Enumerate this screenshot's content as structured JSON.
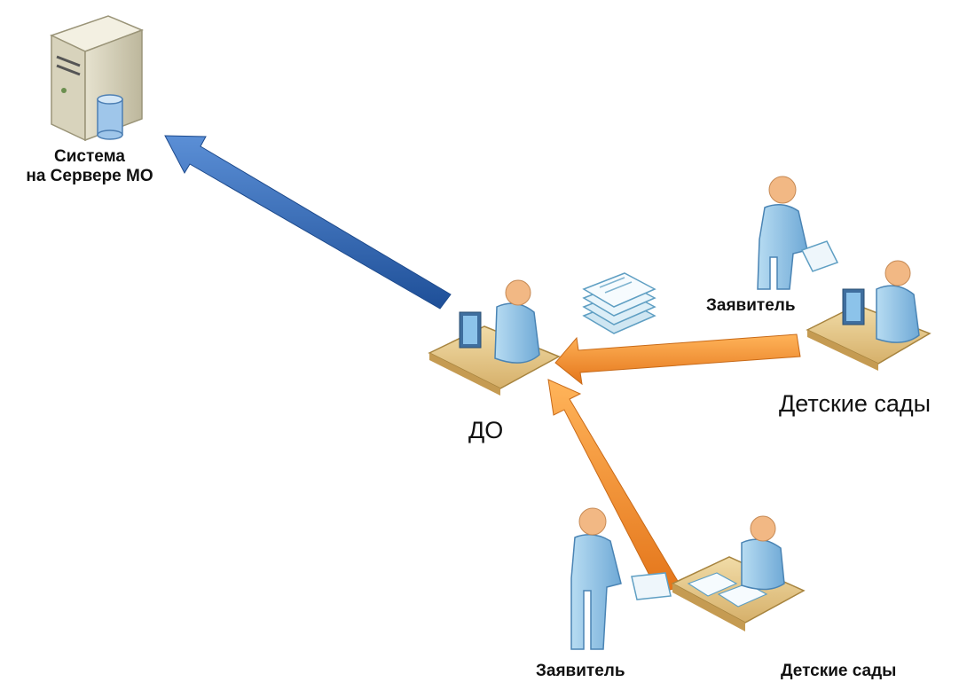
{
  "labels": {
    "server_line1": "Система",
    "server_line2": "на Сервере МО",
    "hub": "ДО",
    "applicant_top": "Заявитель",
    "kindergarten_right": "Детские сады",
    "applicant_bottom": "Заявитель",
    "kindergarten_bottom": "Детские сады"
  },
  "icons": [
    "server-icon",
    "database-icon",
    "operator-workstation-icon",
    "document-stack-icon",
    "applicant-person-icon",
    "kindergarten-workstation-icon",
    "paper-desk-icon"
  ],
  "colors": {
    "to_server_arrow": "#2d64b0",
    "to_hub_arrow": "#f08a22",
    "person": "#8fc4e6",
    "skin": "#f2b884",
    "desk": "#e7c98d"
  }
}
